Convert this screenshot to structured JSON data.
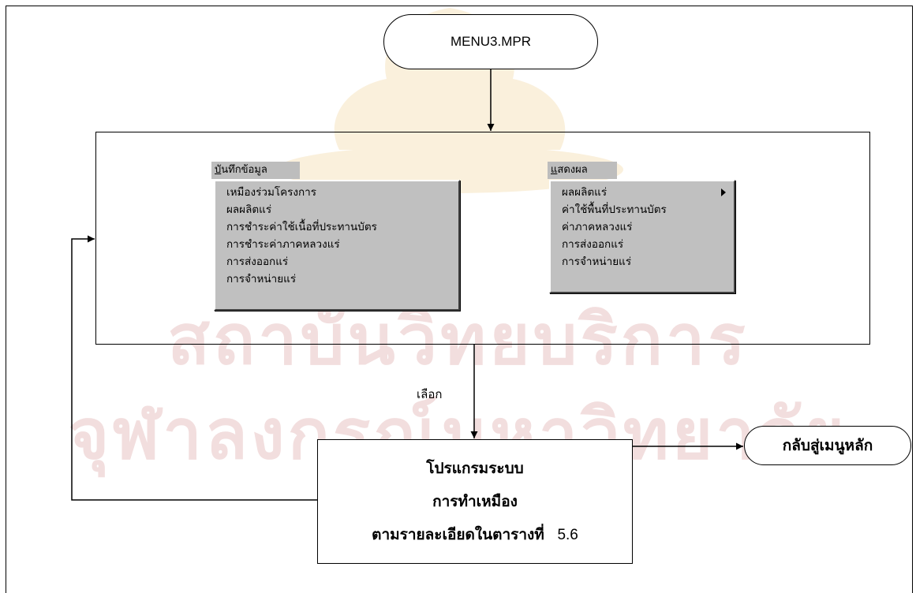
{
  "start_terminal": {
    "label": "MENU3.MPR"
  },
  "left_menu": {
    "title": "บันทึกข้อมูล",
    "items": [
      "เหมืองร่วมโครงการ",
      "ผลผลิตแร่",
      "การชำระค่าใช้เนื้อที่ประทานบัตร",
      "การชำระค่าภาคหลวงแร่",
      "การส่งออกแร่",
      "การจำหน่ายแร่"
    ]
  },
  "right_menu": {
    "title": "แสดงผล",
    "items": [
      "ผลผลิตแร่",
      "ค่าใช้พื้นที่ประทานบัตร",
      "ค่าภาคหลวงแร่",
      "การส่งออกแร่",
      "การจำหน่ายแร่"
    ]
  },
  "choose_label": "เลือก",
  "process_box": {
    "line1": "โปรแกรมระบบ",
    "line2": "การทำเหมือง",
    "line3": "ตามรายละเอียดในตารางที่",
    "table_ref": "5.6"
  },
  "end_terminal": {
    "label": "กลับสู่เมนูหลัก"
  },
  "watermark": {
    "line1": "สถาบันวิทยบริการ",
    "line2": "จุฬาลงกรณ์มหาวิทยาลัย"
  },
  "colors": {
    "menu_face": "#c0c0c0",
    "watermark": "#f2dede",
    "line": "#000000"
  }
}
